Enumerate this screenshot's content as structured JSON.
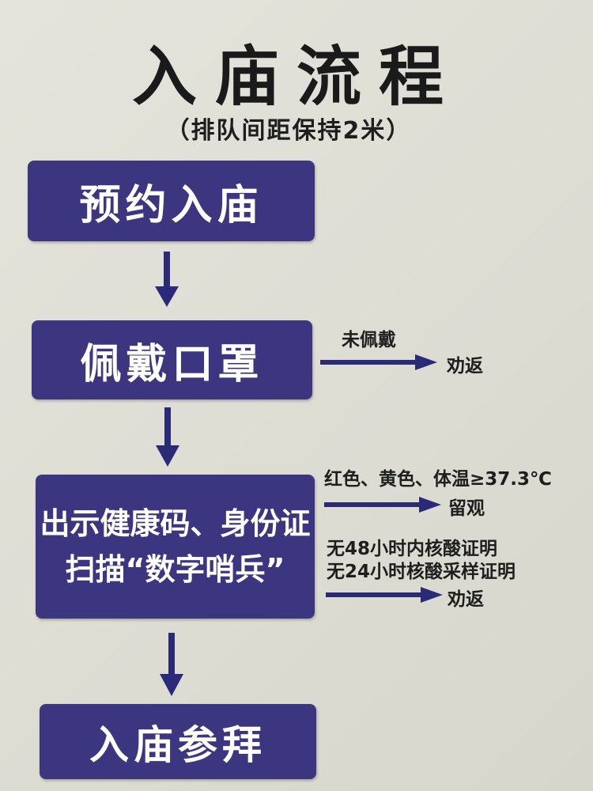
{
  "title": "入庙流程",
  "subtitle": "（排队间距保持2米）",
  "steps": [
    {
      "label": "预约入庙"
    },
    {
      "label": "佩戴口罩"
    },
    {
      "lines": [
        "出示健康码、身份证",
        "扫描“数字哨兵”"
      ]
    },
    {
      "label": "入庙参拜"
    }
  ],
  "branches": {
    "mask": {
      "condition": "未佩戴",
      "result": "劝返"
    },
    "health": {
      "condition": "红色、黄色、体温≥37.3℃",
      "result": "留观"
    },
    "test": {
      "conditions": [
        "无48小时内核酸证明",
        "无24小时核酸采样证明"
      ],
      "result": "劝返"
    }
  },
  "colors": {
    "box": "#3c3580",
    "arrow": "#2b2a78",
    "background": "#dedfd6"
  }
}
